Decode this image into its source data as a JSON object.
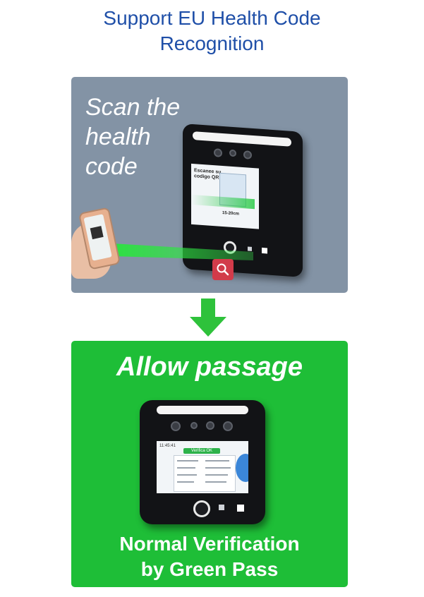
{
  "headline": {
    "line1": "Support EU Health Code",
    "line2": "Recognition"
  },
  "scan_panel": {
    "caption_line1": "Scan the",
    "caption_line2": "health",
    "caption_line3": "code",
    "screen_text_line1": "Escanee su",
    "screen_text_line2": "codigo QR",
    "distance": "15-20cm"
  },
  "pass_panel": {
    "title": "Allow passage",
    "caption_line1": "Normal Verification",
    "caption_line2": "by Green Pass",
    "screen_time": "11:45:41",
    "screen_badge": "Verifica OK"
  },
  "colors": {
    "headline": "#1f4fa8",
    "scan_panel_bg": "#8393a5",
    "pass_panel_bg": "#1ebe37",
    "arrow": "#2ec23b",
    "search_button": "#d23b4a"
  },
  "icons": {
    "arrow": "down-arrow-icon",
    "search": "magnifier-icon"
  }
}
